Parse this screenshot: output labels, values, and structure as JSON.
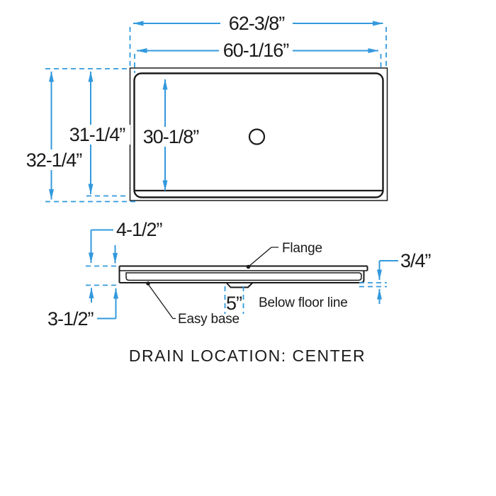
{
  "title": "DRAIN LOCATION: CENTER",
  "colors": {
    "dimension_blue": "#3399DD",
    "line_black": "#1A1A1A"
  },
  "top_view": {
    "outer_width": "62-3/8”",
    "rim_width": "60-1/16”",
    "outer_depth": "32-1/4”",
    "rim_depth": "31-1/4”",
    "basin_depth": "30-1/8”"
  },
  "side_view": {
    "front_height": "4-1/2”",
    "base_height": "3-1/2”",
    "below_floor_depth": "3/4”",
    "drain_width": "5”",
    "flange_label": "Flange",
    "easy_base_label": "Easy base",
    "below_floor_label": "Below floor line"
  }
}
